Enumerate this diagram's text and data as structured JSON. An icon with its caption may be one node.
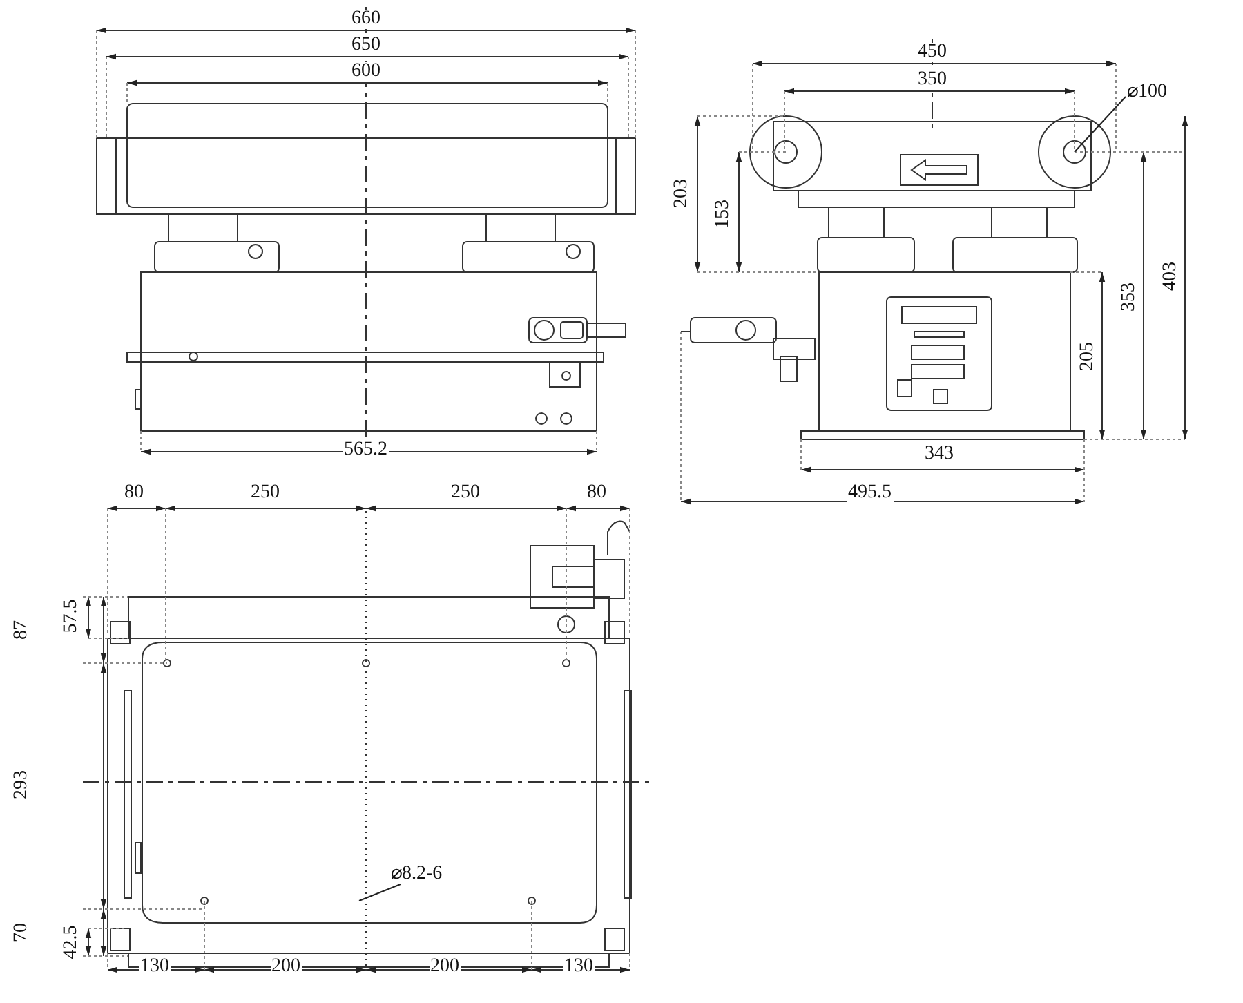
{
  "diagram": {
    "nodes": [
      {
        "text": [
          "⌀100"
        ]
      },
      {
        "text": [
          "⌀8.2-6"
        ]
      }
    ],
    "edges": [
      {
        "from": 0,
        "to": null,
        "arrow": "none"
      },
      {
        "from": 1,
        "to": null,
        "arrow": "none"
      }
    ],
    "labels": [
      "660",
      "650",
      "600",
      "450",
      "350",
      "203",
      "153",
      "353",
      "403",
      "205",
      "565.2",
      "343",
      "80",
      "250",
      "250",
      "80",
      "495.5",
      "87",
      "57.5",
      "293",
      "70",
      "42.5",
      "130",
      "200",
      "200",
      "130"
    ]
  }
}
